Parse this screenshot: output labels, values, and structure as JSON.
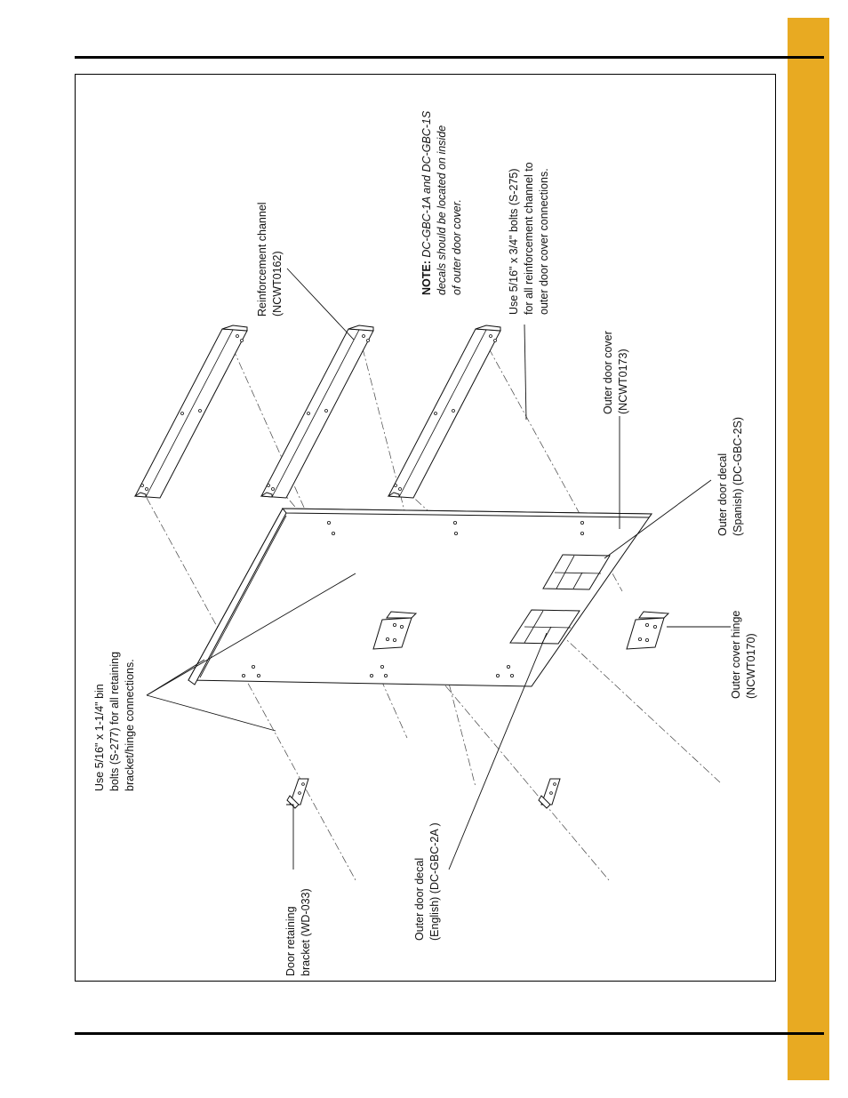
{
  "page": {
    "accent_color": "#e8aa22"
  },
  "diagram": {
    "labels": {
      "bolts_bin": [
        "Use 5/16\" x 1-1/4\" bin",
        "bolts (S-277) for all retaining",
        "bracket/hinge connections."
      ],
      "door_retaining_bracket": [
        "Door retaining",
        "bracket (WD-033)"
      ],
      "decal_english": [
        "Outer door decal",
        "(English) (DC-GBC-2A )"
      ],
      "reinforcement_channel": [
        "Reinforcement channel",
        "(NCWT0162)"
      ],
      "note_label": "NOTE:",
      "note_lines": [
        " DC-GBC-1A and DC-GBC-1S",
        "decals should be located on inside",
        "of outer door cover."
      ],
      "bolts_channel": [
        "Use 5/16\" x 3/4\" bolts (S-275)",
        "for all reinforcement channel to",
        "outer door cover connections."
      ],
      "outer_door_cover": [
        "Outer door cover",
        "(NCWT0173)"
      ],
      "decal_spanish": [
        "Outer door decal",
        "(Spanish) (DC-GBC-2S)"
      ],
      "outer_cover_hinge": [
        "Outer cover hinge",
        "(NCWT0170)"
      ]
    }
  }
}
